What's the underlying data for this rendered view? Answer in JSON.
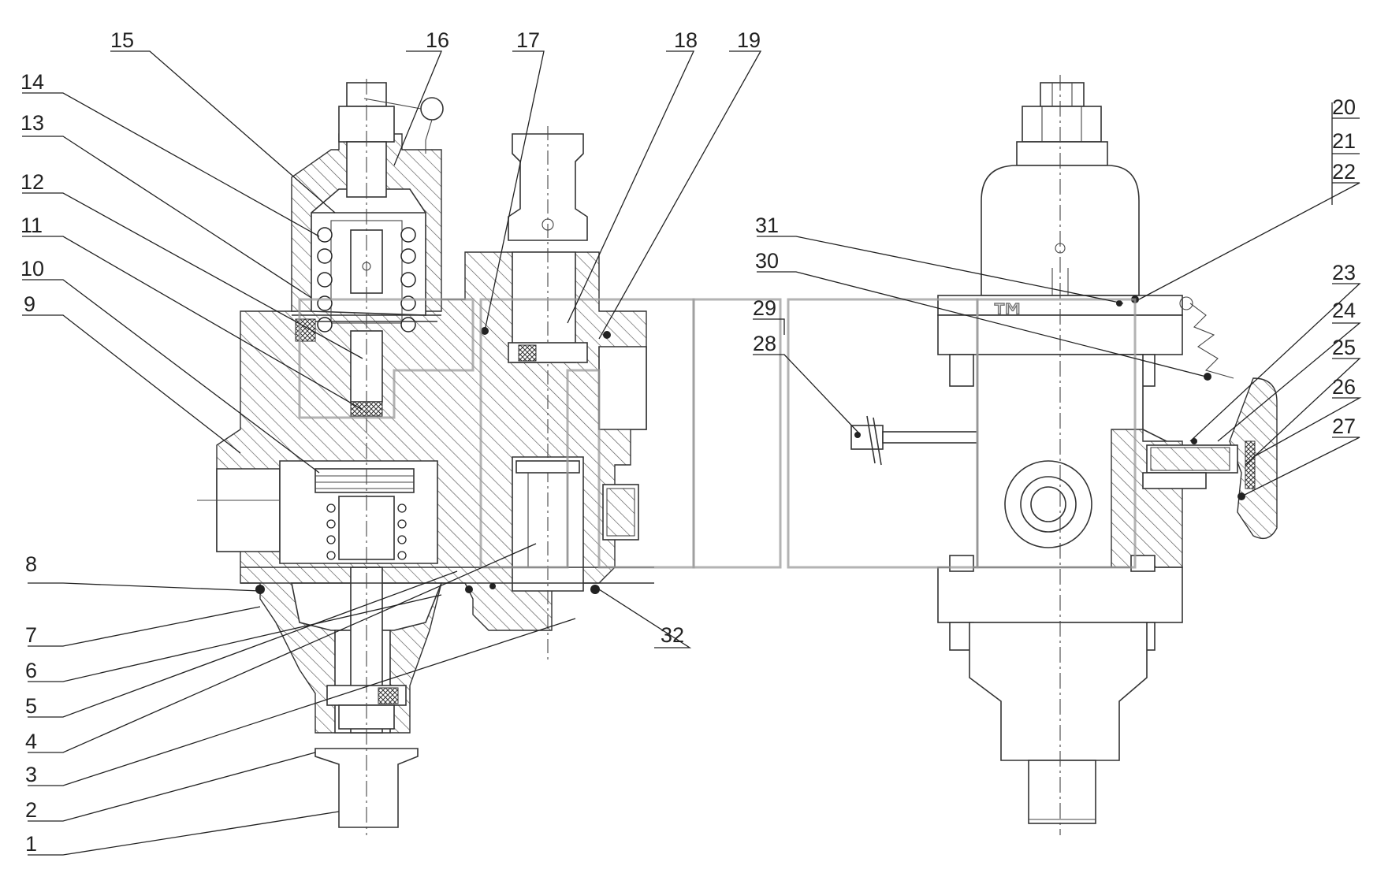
{
  "callouts": [
    {
      "id": "c1",
      "text": "1"
    },
    {
      "id": "c2",
      "text": "2"
    },
    {
      "id": "c3",
      "text": "3"
    },
    {
      "id": "c4",
      "text": "4"
    },
    {
      "id": "c5",
      "text": "5"
    },
    {
      "id": "c6",
      "text": "6"
    },
    {
      "id": "c7",
      "text": "7"
    },
    {
      "id": "c8",
      "text": "8"
    },
    {
      "id": "c9",
      "text": "9"
    },
    {
      "id": "c10",
      "text": "10"
    },
    {
      "id": "c11",
      "text": "11"
    },
    {
      "id": "c12",
      "text": "12"
    },
    {
      "id": "c13",
      "text": "13"
    },
    {
      "id": "c14",
      "text": "14"
    },
    {
      "id": "c15",
      "text": "15"
    },
    {
      "id": "c16",
      "text": "16"
    },
    {
      "id": "c17",
      "text": "17"
    },
    {
      "id": "c18",
      "text": "18"
    },
    {
      "id": "c19",
      "text": "19"
    },
    {
      "id": "c20",
      "text": "20"
    },
    {
      "id": "c21",
      "text": "21"
    },
    {
      "id": "c22",
      "text": "22"
    },
    {
      "id": "c23",
      "text": "23"
    },
    {
      "id": "c24",
      "text": "24"
    },
    {
      "id": "c25",
      "text": "25"
    },
    {
      "id": "c26",
      "text": "26"
    },
    {
      "id": "c27",
      "text": "27"
    },
    {
      "id": "c28",
      "text": "28"
    },
    {
      "id": "c29",
      "text": "29"
    },
    {
      "id": "c30",
      "text": "30"
    },
    {
      "id": "c31",
      "text": "31"
    },
    {
      "id": "c32",
      "text": "32"
    }
  ],
  "watermark": {
    "mark": "™"
  },
  "colors": {
    "line": "#333333",
    "background": "#ffffff",
    "watermark": "#999999"
  }
}
